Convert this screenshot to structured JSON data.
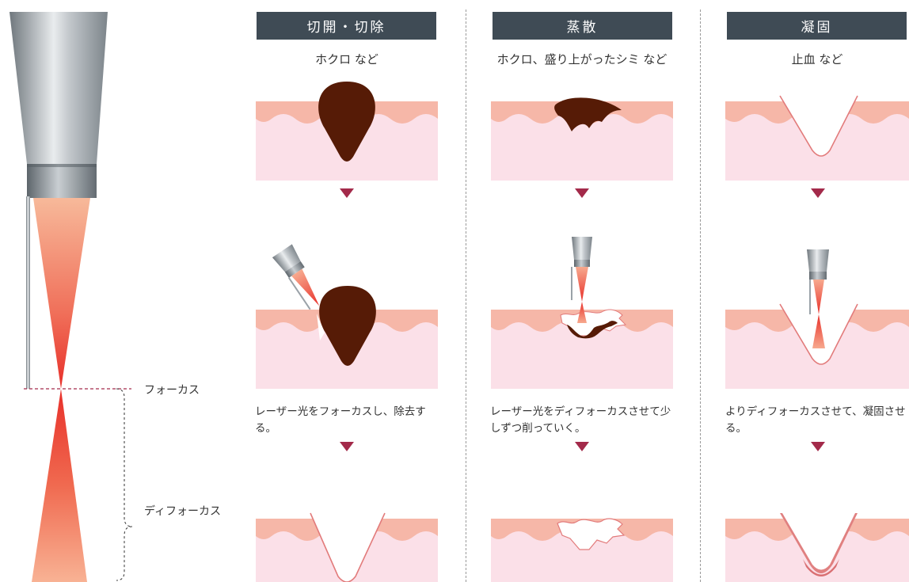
{
  "left": {
    "focus_label": "フォーカス",
    "defocus_label": "ディフォーカス"
  },
  "columns": [
    {
      "header": "切開・切除",
      "subtitle": "ホクロ など",
      "description": "レーザー光をフォーカスし、除去する。"
    },
    {
      "header": "蒸散",
      "subtitle": "ホクロ、盛り上がったシミ など",
      "description": "レーザー光をディフォーカスさせて少しずつ削っていく。"
    },
    {
      "header": "凝固",
      "subtitle": "止血 など",
      "description": "よりディフォーカスさせて、凝固させる。"
    }
  ],
  "colors": {
    "header_bg": "#3f4b55",
    "skin_top": "#f6b7a8",
    "skin_body": "#fbe0e8",
    "mole": "#561b06",
    "arrow": "#a32a4a",
    "beam": "#ee4433",
    "metal": "#9aa2a8"
  },
  "icons": [
    "flow-arrow-icon",
    "laser-probe-icon",
    "laser-beam-icon",
    "mole-icon"
  ]
}
